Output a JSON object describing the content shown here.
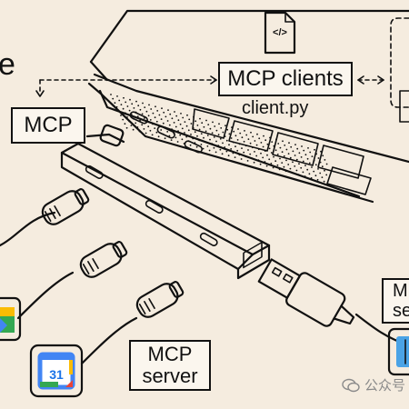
{
  "labels": {
    "mcp_host": "MCP",
    "mcp_clients": "MCP clients",
    "client_file": "client.py",
    "mcp_server_line1": "MCP",
    "mcp_server_line2": "server",
    "left_edge_char": "e",
    "right_edge_top": "M",
    "right_edge_bottom": "se"
  },
  "icons": {
    "code_file": "</>",
    "calendar_day": "31"
  },
  "watermark": {
    "text": "公众号"
  },
  "colors": {
    "background": "#f5ecdf",
    "stroke": "#111111",
    "calendar_blue": "#4285f4",
    "calendar_red": "#ea4335",
    "calendar_yellow": "#fbbc04",
    "calendar_green": "#34a853"
  }
}
